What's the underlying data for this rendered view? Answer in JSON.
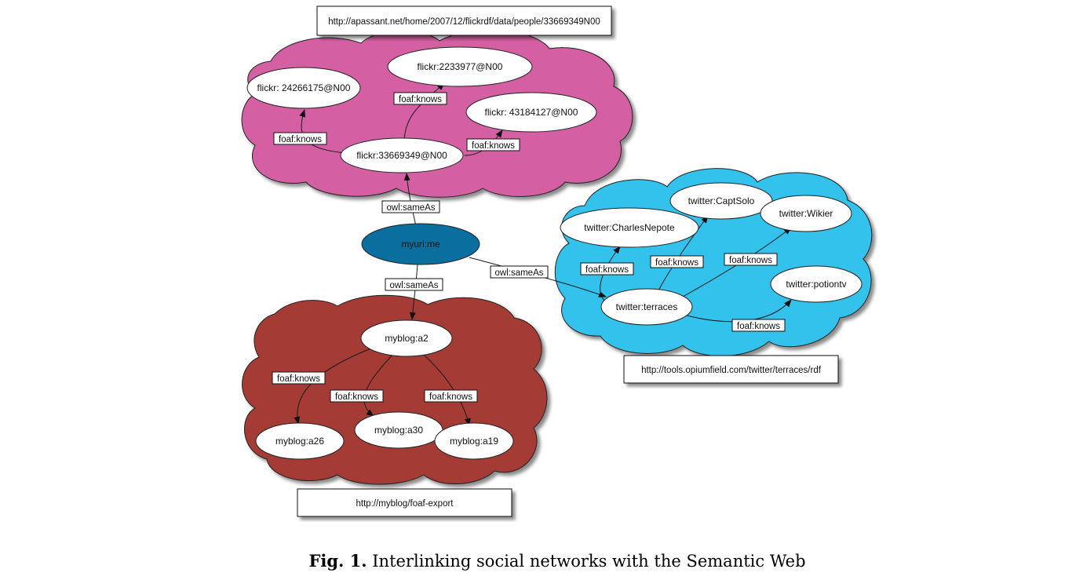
{
  "clouds": {
    "flickr": {
      "source": "http://apassant.net/home/2007/12/flickrdf/data/people/33669349N00",
      "color": "#d45fa3"
    },
    "twitter": {
      "source": "http://tools.opiumfield.com/twitter/terraces/rdf",
      "color": "#33c2ec"
    },
    "blog": {
      "source": "http://myblog/foaf-export",
      "color": "#a53a36"
    }
  },
  "nodes": {
    "flickr_24266175": "flickr: 24266175@N00",
    "flickr_2233977": "flickr:2233977@N00",
    "flickr_43184127": "flickr: 43184127@N00",
    "flickr_33669349": "flickr:33669349@N00",
    "myuri_me": "myuri:me",
    "twitter_captsolo": "twitter:CaptSolo",
    "twitter_wikier": "twitter:Wikier",
    "twitter_charlesnepote": "twitter:CharlesNepote",
    "twitter_potiontv": "twitter:potiontv",
    "twitter_terraces": "twitter:terraces",
    "myblog_a2": "myblog:a2",
    "myblog_a26": "myblog:a26",
    "myblog_a30": "myblog:a30",
    "myblog_a19": "myblog:a19"
  },
  "edges": {
    "foaf_knows": "foaf:knows",
    "owl_sameas": "owl:sameAs"
  },
  "colors": {
    "myuri_fill": "#0a6f9e"
  },
  "caption": {
    "label": "Fig. 1.",
    "text": "Interlinking social networks with the Semantic Web"
  }
}
